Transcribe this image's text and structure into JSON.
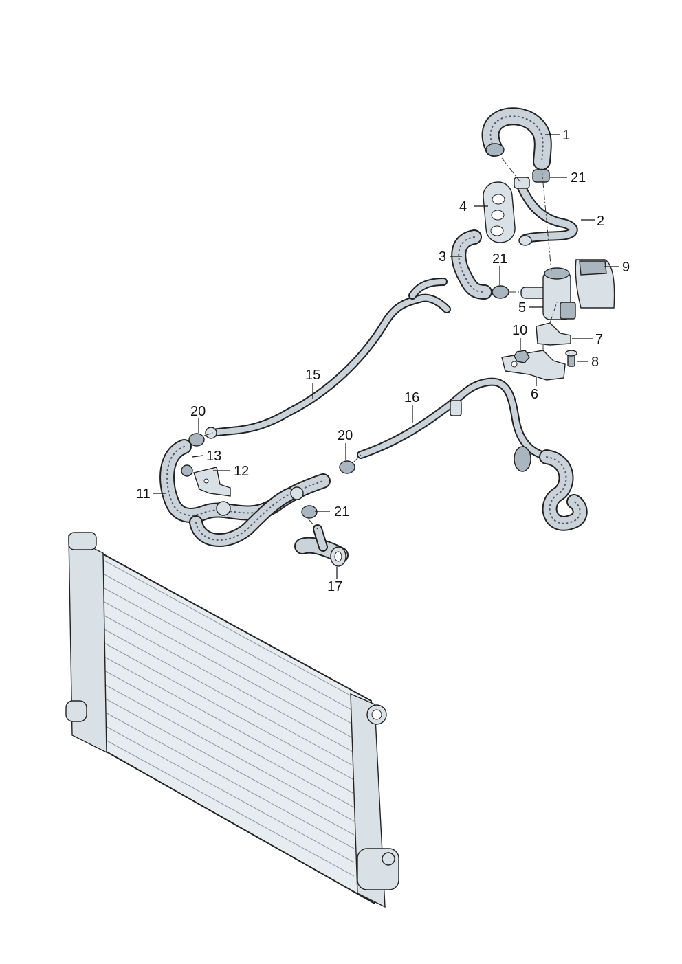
{
  "callouts": [
    {
      "id": "1",
      "text": "1"
    },
    {
      "id": "21a",
      "text": "21"
    },
    {
      "id": "4",
      "text": "4"
    },
    {
      "id": "2",
      "text": "2"
    },
    {
      "id": "3",
      "text": "3"
    },
    {
      "id": "21b",
      "text": "21"
    },
    {
      "id": "9",
      "text": "9"
    },
    {
      "id": "5",
      "text": "5"
    },
    {
      "id": "10",
      "text": "10"
    },
    {
      "id": "7",
      "text": "7"
    },
    {
      "id": "8",
      "text": "8"
    },
    {
      "id": "6",
      "text": "6"
    },
    {
      "id": "15",
      "text": "15"
    },
    {
      "id": "16",
      "text": "16"
    },
    {
      "id": "20a",
      "text": "20"
    },
    {
      "id": "20b",
      "text": "20"
    },
    {
      "id": "13",
      "text": "13"
    },
    {
      "id": "12",
      "text": "12"
    },
    {
      "id": "11",
      "text": "11"
    },
    {
      "id": "21c",
      "text": "21"
    },
    {
      "id": "17",
      "text": "17"
    }
  ],
  "colors": {
    "line": "#222222",
    "hose_fill": "#c9d3d9",
    "part_fill": "#d9e1e6",
    "radiator_fill": "#e6ecef"
  }
}
